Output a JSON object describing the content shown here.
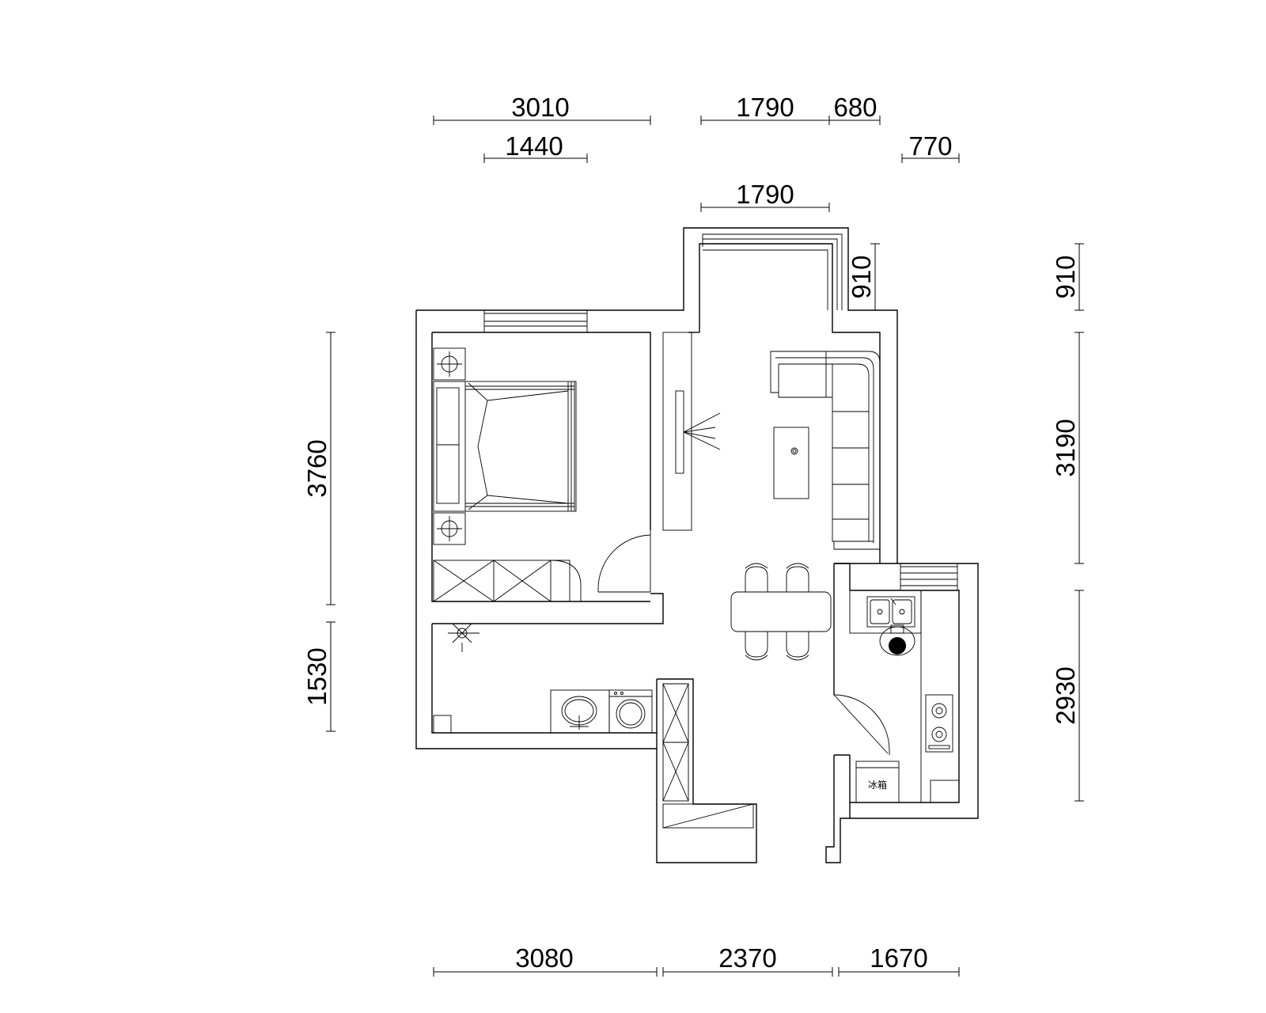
{
  "dimensions": {
    "top_row1": [
      "3010",
      "1790",
      "680"
    ],
    "top_row2": [
      "1440",
      "770"
    ],
    "top_row3": [
      "1790"
    ],
    "left": [
      "3760",
      "1530"
    ],
    "right": [
      "910",
      "3190",
      "2930"
    ],
    "inner_right": [
      "910"
    ],
    "bottom": [
      "3080",
      "2370",
      "1670"
    ]
  },
  "labels": {
    "fridge": "冰箱"
  }
}
